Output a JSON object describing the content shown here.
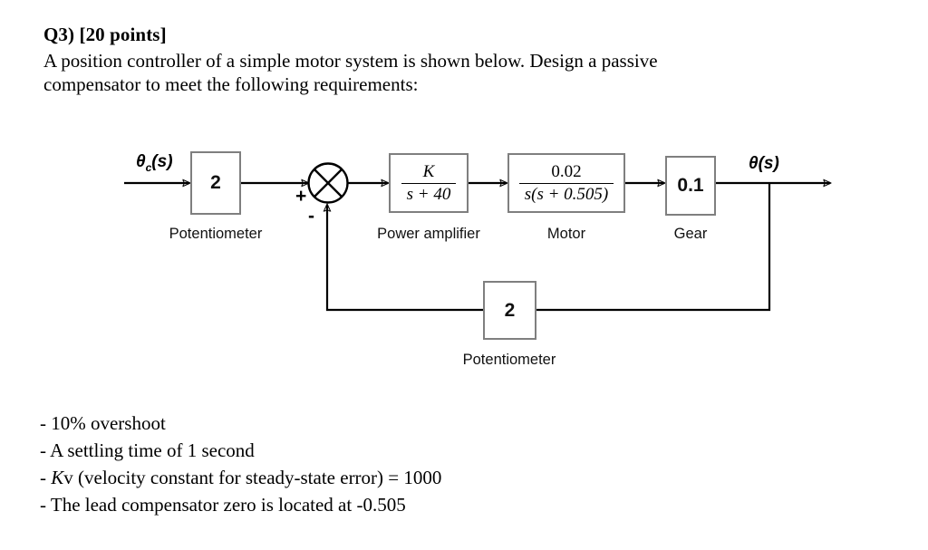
{
  "header": {
    "question_number": "Q3) [20 points]",
    "prompt_line1": "A position controller of a simple motor system is shown below. Design a passive",
    "prompt_line2": "compensator to meet the following requirements:"
  },
  "diagram": {
    "input_signal_label": "θ",
    "input_signal_subscript": "c",
    "input_signal_suffix": "(s)",
    "output_signal_label": "θ(s)",
    "sum_plus": "+",
    "sum_minus": "-",
    "blocks": [
      {
        "id": "potentiometer-input",
        "value": "2",
        "caption": "Potentiometer"
      },
      {
        "id": "power-amplifier",
        "numerator": "K",
        "denominator": "s + 40",
        "caption": "Power amplifier"
      },
      {
        "id": "motor",
        "numerator": "0.02",
        "denominator": "s(s + 0.505)",
        "caption": "Motor"
      },
      {
        "id": "gear",
        "value": "0.1",
        "caption": "Gear"
      },
      {
        "id": "potentiometer-feedback",
        "value": "2",
        "caption": "Potentiometer"
      }
    ]
  },
  "requirements": [
    {
      "prefix": "- 10% overshoot"
    },
    {
      "prefix": "- A settling time of 1 second"
    },
    {
      "prefix": "- ",
      "italic": "K",
      "rest": "v (velocity constant for steady-state error) = 1000"
    },
    {
      "prefix": "- The lead compensator zero is located at -0.505"
    }
  ],
  "colors": {
    "block_border": "#7f7f7f",
    "wire": "#000000",
    "background": "#ffffff"
  }
}
